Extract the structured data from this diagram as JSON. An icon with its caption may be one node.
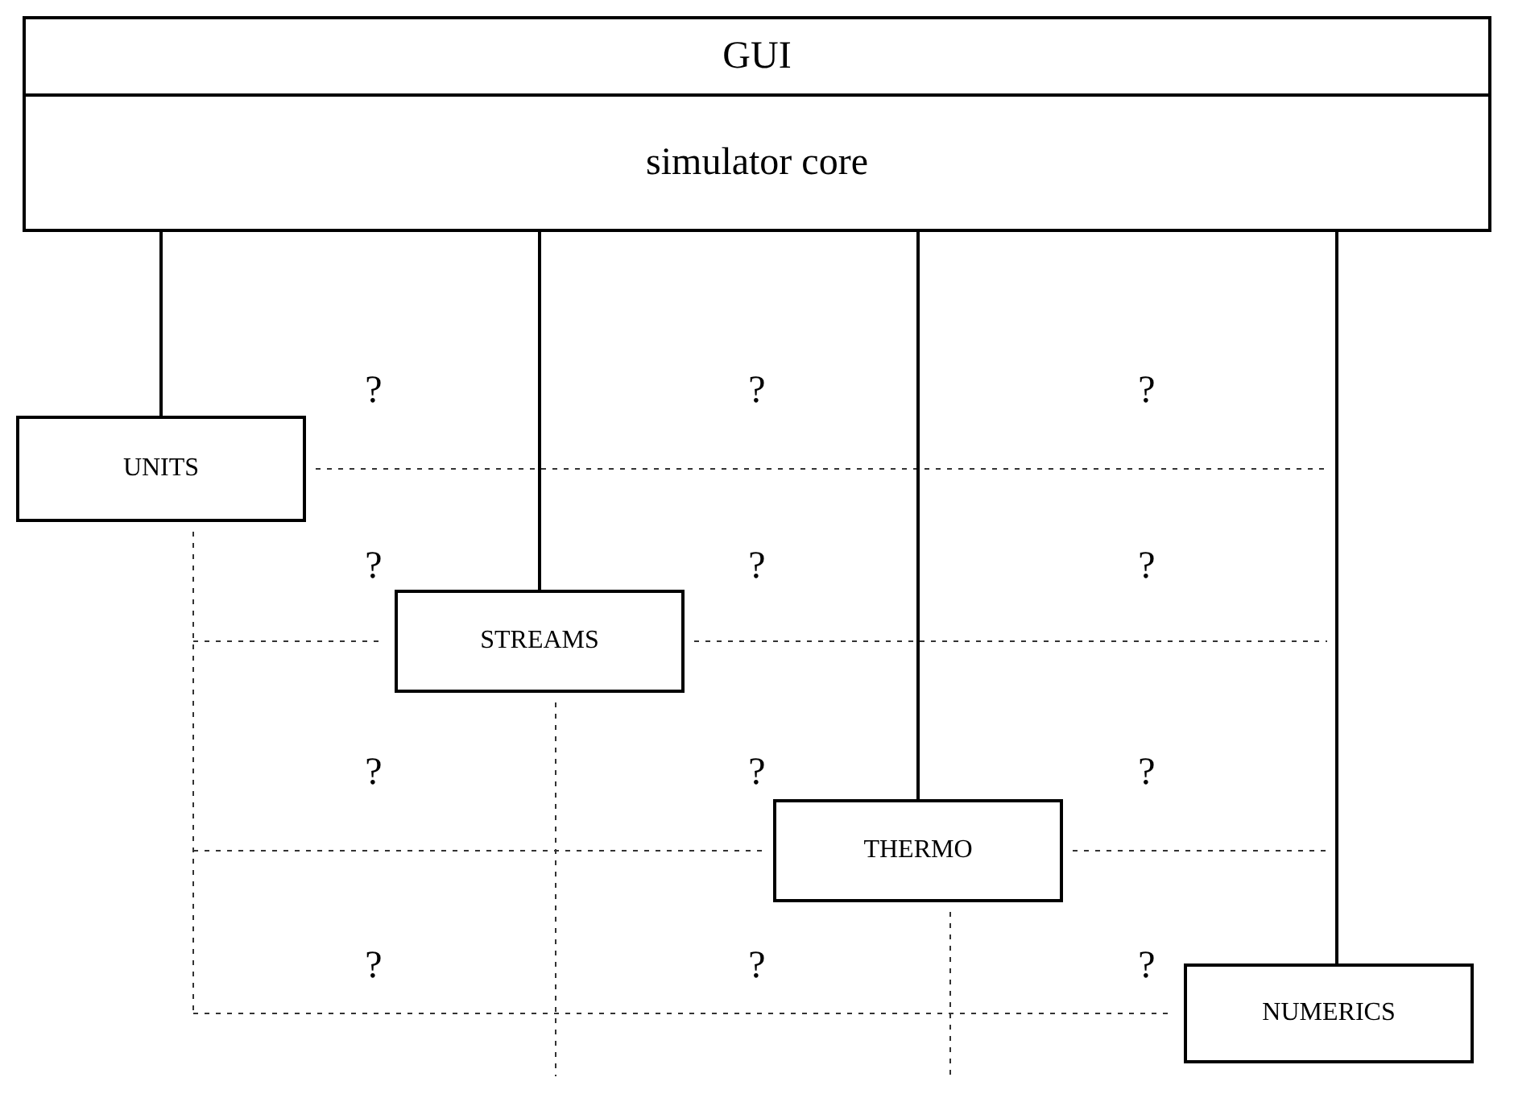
{
  "diagram": {
    "nodes": [
      {
        "text": [
          "GUI"
        ]
      },
      {
        "text": [
          "simulator core"
        ]
      },
      {
        "text": [
          "UNITS"
        ]
      },
      {
        "text": [
          "STREAMS"
        ]
      },
      {
        "text": [
          "THERMO"
        ]
      },
      {
        "text": [
          "NUMERICS"
        ]
      }
    ],
    "edges": [
      {
        "from": 1,
        "to": 2,
        "arrow": "none"
      },
      {
        "from": 1,
        "to": 3,
        "arrow": "none"
      },
      {
        "from": 1,
        "to": 4,
        "arrow": "none"
      },
      {
        "from": 1,
        "to": 5,
        "arrow": "none"
      }
    ],
    "labels": [
      "?",
      "?",
      "?",
      "?",
      "?",
      "?",
      "?",
      "?",
      "?",
      "?",
      "?",
      "?"
    ]
  }
}
